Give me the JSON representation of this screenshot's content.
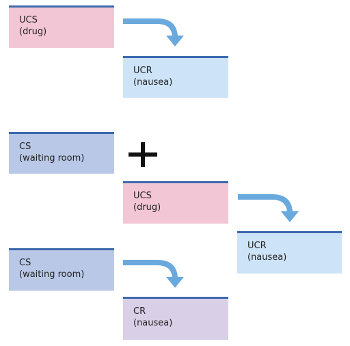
{
  "colors": {
    "border": "#3c68ad",
    "ucs_fill": "#f2c6d4",
    "ucr_fill": "#cde3f7",
    "cs_fill": "#b9c8e6",
    "cr_fill": "#d9cfe6",
    "arrow": "#6aa9dd"
  },
  "stage1": {
    "ucs": {
      "term": "UCS",
      "detail": "(drug)"
    },
    "ucr": {
      "term": "UCR",
      "detail": "(nausea)"
    }
  },
  "stage2": {
    "cs": {
      "term": "CS",
      "detail": "(waiting room)"
    },
    "plus": "+",
    "ucs": {
      "term": "UCS",
      "detail": "(drug)"
    },
    "ucr": {
      "term": "UCR",
      "detail": "(nausea)"
    }
  },
  "stage3": {
    "cs": {
      "term": "CS",
      "detail": "(waiting room)"
    },
    "cr": {
      "term": "CR",
      "detail": "(nausea)"
    }
  }
}
